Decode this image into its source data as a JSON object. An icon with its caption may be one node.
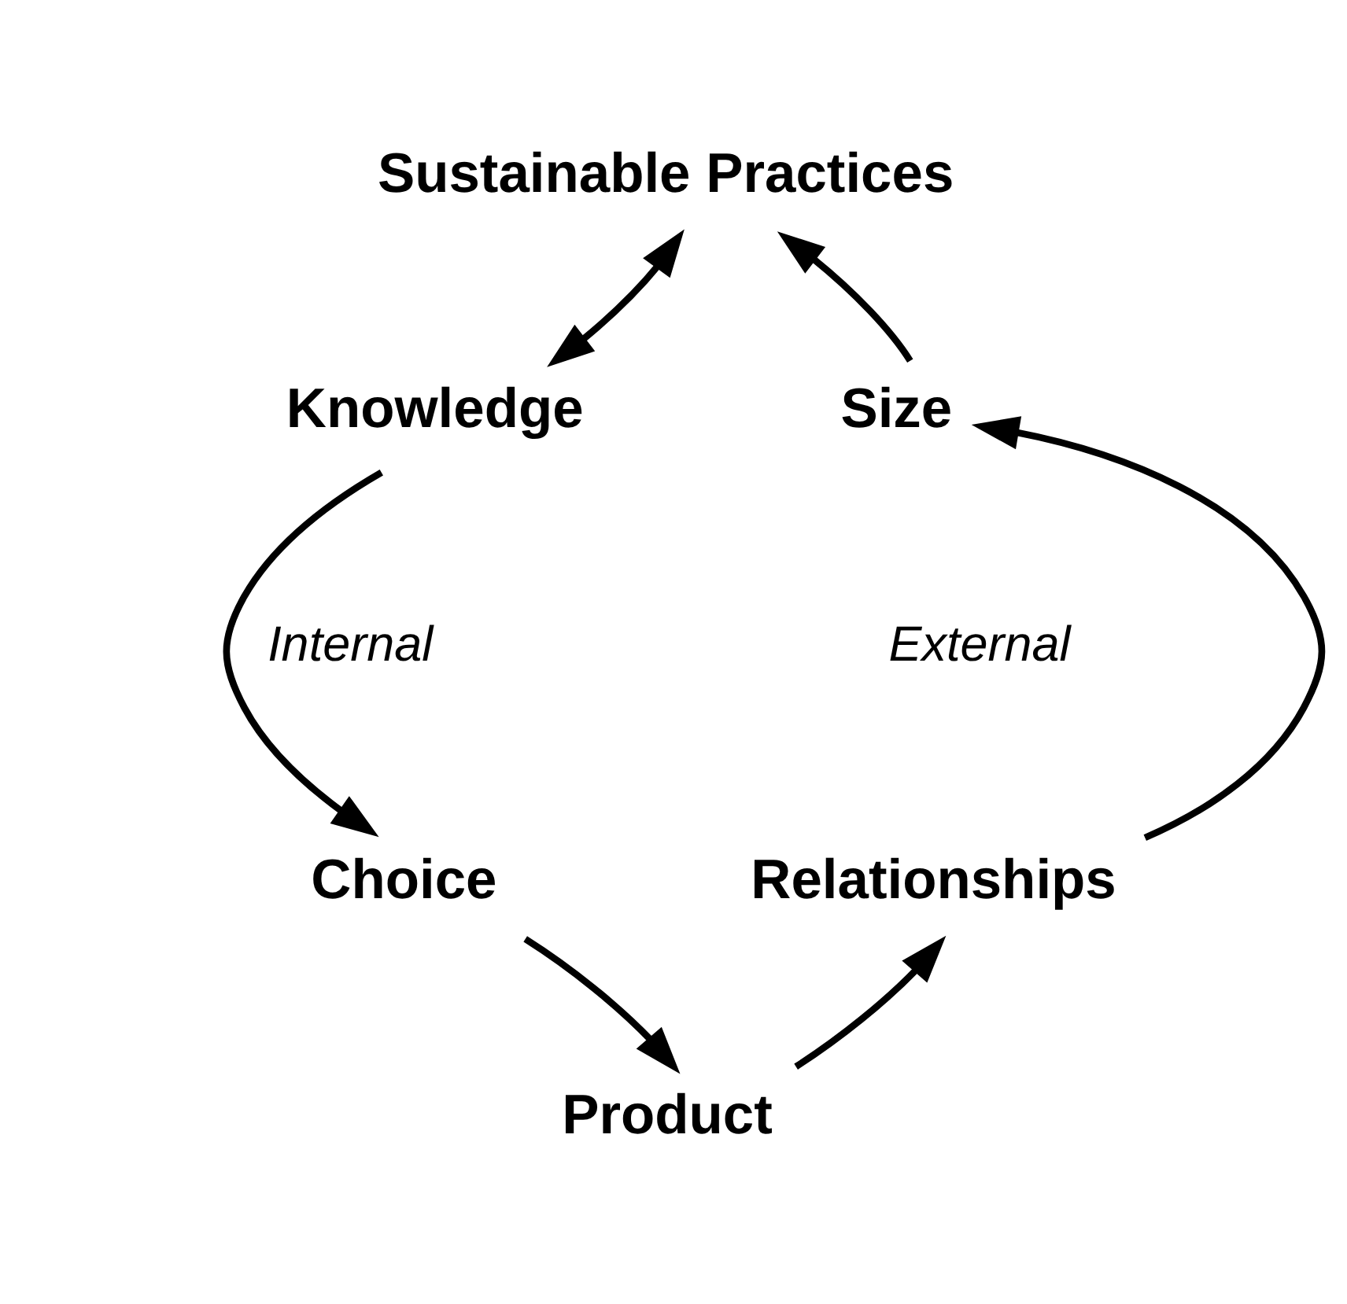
{
  "diagram": {
    "nodes": [
      {
        "text": [
          "Sustainable Practices"
        ]
      },
      {
        "text": [
          "Knowledge"
        ]
      },
      {
        "text": [
          "Choice"
        ]
      },
      {
        "text": [
          "Product"
        ]
      },
      {
        "text": [
          "Relationships"
        ]
      },
      {
        "text": [
          "Size"
        ]
      }
    ],
    "edges": [
      {
        "from": 0,
        "to": 1,
        "arrow": "both"
      },
      {
        "from": 1,
        "to": 2,
        "arrow": "to"
      },
      {
        "from": 2,
        "to": 3,
        "arrow": "to"
      },
      {
        "from": 3,
        "to": 4,
        "arrow": "to"
      },
      {
        "from": 4,
        "to": 5,
        "arrow": "to"
      },
      {
        "from": 5,
        "to": 0,
        "arrow": "to"
      }
    ],
    "labels": [
      "Internal",
      "External"
    ]
  }
}
